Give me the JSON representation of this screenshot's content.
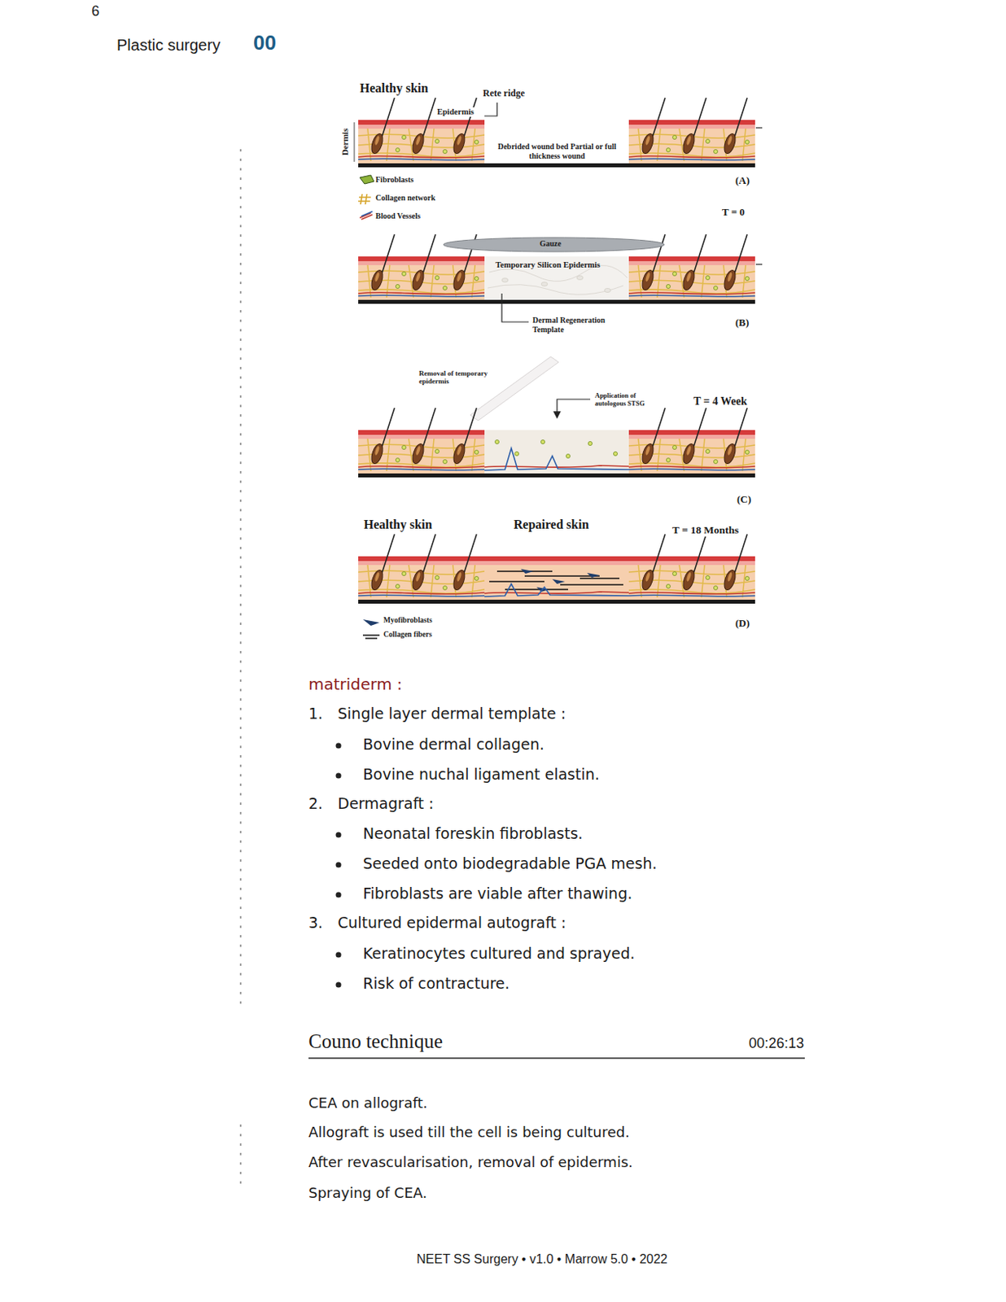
{
  "diagram": {
    "labels": [
      "6",
      "Plastic surgery",
      "00",
      "Healthy skin",
      "Epidermis",
      "Rete ridge",
      "Dermis",
      "Debrided wound bed Partial or full thickness wound",
      "(A)",
      "T = 0",
      "Gauze",
      "Temporary Silicon Epidermis",
      "Dermal Regeneration Template",
      "(B)",
      "Removal of temporary epidermis",
      "Application of autologous STSG",
      "T = 4 Week",
      "(C)",
      "Healthy skin",
      "Repaired skin",
      "T = 18 Months",
      "(D)",
      "matriderm :",
      "1.",
      "Single layer dermal template :",
      "Bovine dermal collagen.",
      "Bovine nuchal ligament elastin.",
      "2.",
      "Dermagraft :",
      "Neonatal foreskin fibroblasts.",
      "Seeded onto biodegradable PGA mesh.",
      "Fibroblasts are viable after thawing.",
      "3.",
      "Cultured epidermal autograft :",
      "Keratinocytes cultured and sprayed.",
      "Risk of contracture.",
      "Couno technique",
      "00:26:13",
      "CEA on allograft.",
      "Allograft is used till the cell is being cultured.",
      "After revascularisation, removal of epidermis.",
      "Spraying of CEA.",
      "NEET SS Surgery • v1.0 • Marrow 5.0 • 2022"
    ],
    "legend": [
      {
        "text": "Fibroblasts"
      },
      {
        "text": "Collagen network"
      },
      {
        "text": "Blood Vessels"
      },
      {
        "text": "Myofibroblasts"
      },
      {
        "text": "Collagen fibers"
      }
    ]
  }
}
